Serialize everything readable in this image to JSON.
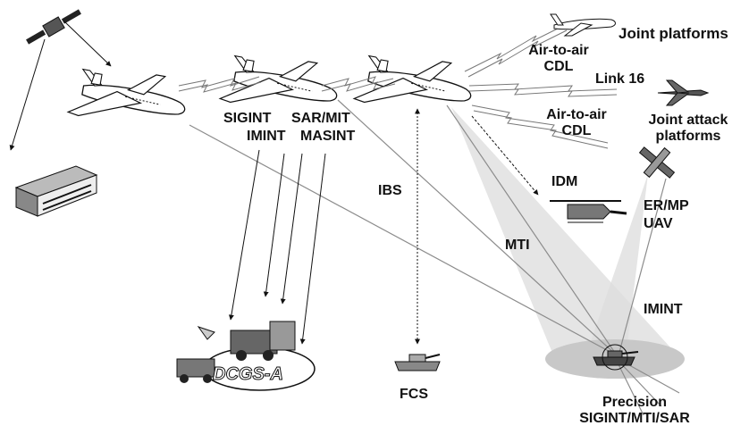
{
  "labels": {
    "joint_platforms": "Joint platforms",
    "air_to_air_1": "Air-to-air",
    "cdl_1": "CDL",
    "link16": "Link 16",
    "air_to_air_2": "Air-to-air",
    "cdl_2": "CDL",
    "joint_attack_1": "Joint attack",
    "joint_attack_2": "platforms",
    "sigint": "SIGINT",
    "imint_left": "IMINT",
    "sar_mit": "SAR/MIT",
    "masint": "MASINT",
    "ibs": "IBS",
    "idm": "IDM",
    "er_mp": "ER/MP",
    "uav": "UAV",
    "mti": "MTI",
    "imint_right": "IMINT",
    "fcs": "FCS",
    "precision": "Precision",
    "precision_modes": "SIGINT/MTI/SAR",
    "dcgs_a": "DCGS-A"
  },
  "colors": {
    "ink": "#111111",
    "line_gray": "#8c8c8c",
    "cone": "#dcdcdc",
    "ellipse": "#c8c8c8"
  }
}
